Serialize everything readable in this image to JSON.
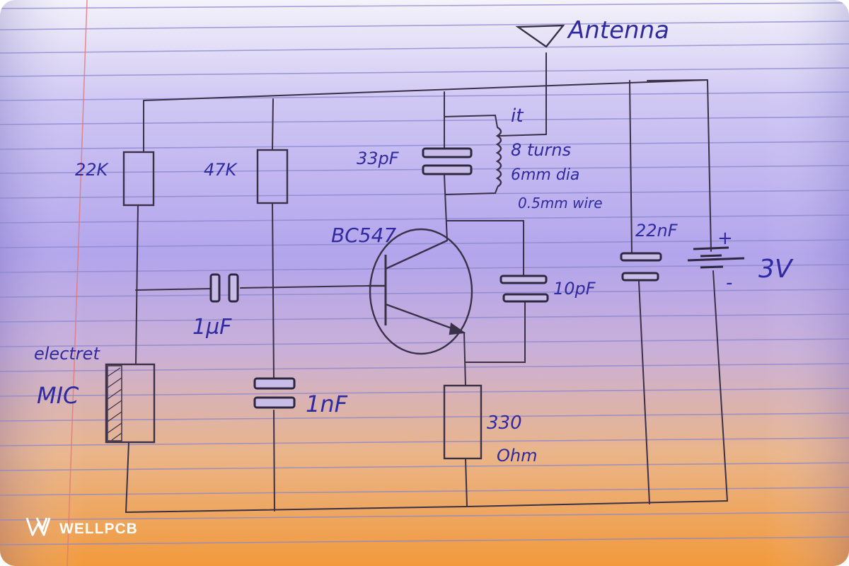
{
  "labels": {
    "antenna": "Antenna",
    "r1": "22K",
    "r2": "47K",
    "transistor": "BC547",
    "coil_tap": "it",
    "c_tank": "33pF",
    "coil_1": "8 turns",
    "coil_2": "6mm dia",
    "coil_3": "0.5mm wire",
    "c_supply": "22nF",
    "batt_plus": "+",
    "batt_minus": "-",
    "battery": "3V",
    "c_fb": "10pF",
    "c_couple": "1µF",
    "mic_1": "electret",
    "mic_2": "MIC",
    "c_base": "1nF",
    "r3_1": "330",
    "r3_2": "Ohm"
  },
  "brand": {
    "logo_icon": "wellpcb-w-logo-icon",
    "name": "WELLPCB"
  },
  "colors": {
    "ink": "#2f2aa0",
    "pencil": "#3a3148",
    "paper_top": "#f2f0f8",
    "paper_mid": "#b3a6ec",
    "paper_bottom": "#f0a04a",
    "ruling": "#8a85c8",
    "margin_line": "#e07070"
  }
}
